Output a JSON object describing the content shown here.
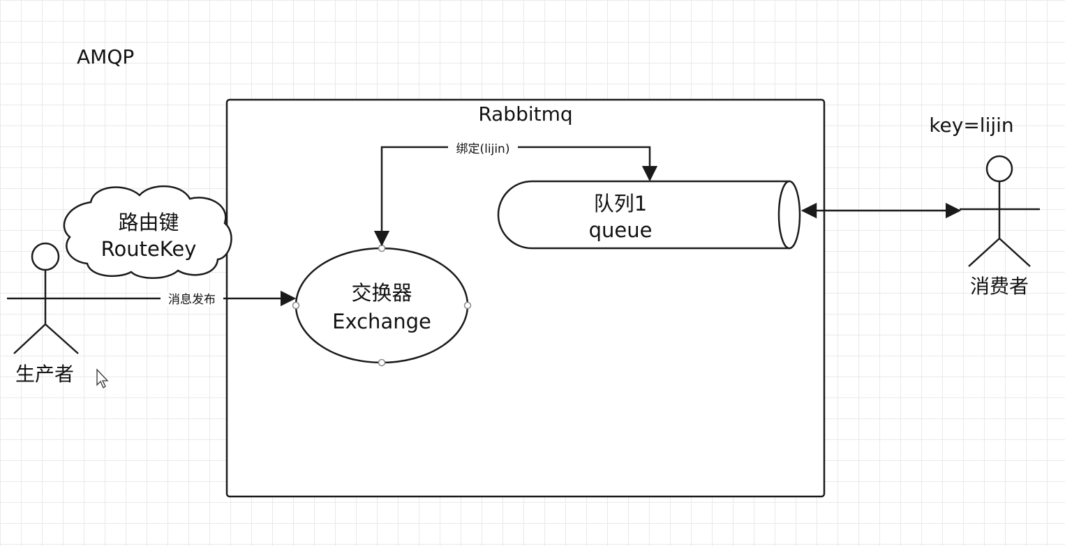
{
  "title": "AMQP",
  "broker": {
    "label": "Rabbitmq"
  },
  "routing_key_cloud": {
    "line1": "路由键",
    "line2": "RouteKey"
  },
  "producer": {
    "label": "生产者"
  },
  "consumer": {
    "label": "消费者",
    "key_label": "key=lijin"
  },
  "exchange": {
    "line1": "交换器",
    "line2": "Exchange"
  },
  "queue": {
    "line1": "队列1",
    "line2": "queue"
  },
  "edges": {
    "publish_label": "消息发布",
    "binding_label": "绑定(lijin)"
  },
  "colors": {
    "stroke": "#1a1a1a",
    "grid": "#e9e9e9",
    "background": "#ffffff"
  }
}
